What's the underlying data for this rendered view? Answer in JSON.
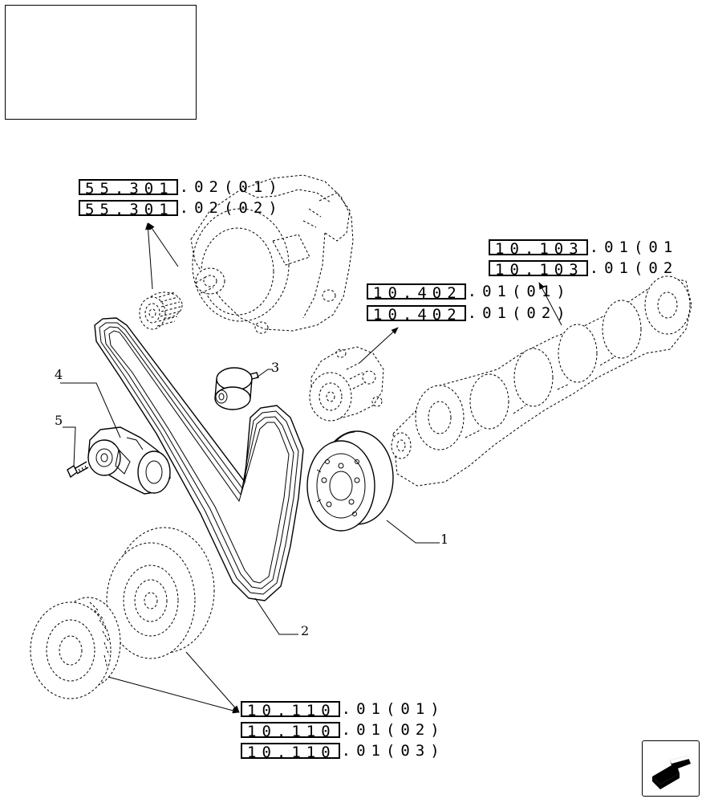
{
  "callouts": {
    "c1": "1",
    "c2": "2",
    "c3": "3",
    "c4": "4",
    "c5": "5"
  },
  "references": [
    {
      "code": "55.301",
      "suffix": ".02(01)"
    },
    {
      "code": "55.301",
      "suffix": ".02(02)"
    },
    {
      "code": "10.103",
      "suffix": ".01(01"
    },
    {
      "code": "10.103",
      "suffix": ".01(02"
    },
    {
      "code": "10.402",
      "suffix": ".01(01)"
    },
    {
      "code": "10.402",
      "suffix": ".01(02)"
    },
    {
      "code": "10.110",
      "suffix": ".01(01)"
    },
    {
      "code": "10.110",
      "suffix": ".01(02)"
    },
    {
      "code": "10.110",
      "suffix": ".01(03)"
    }
  ],
  "icons": {
    "thumbnail": "engine-thumbnail-icon",
    "nav": "back-arrow-icon"
  }
}
